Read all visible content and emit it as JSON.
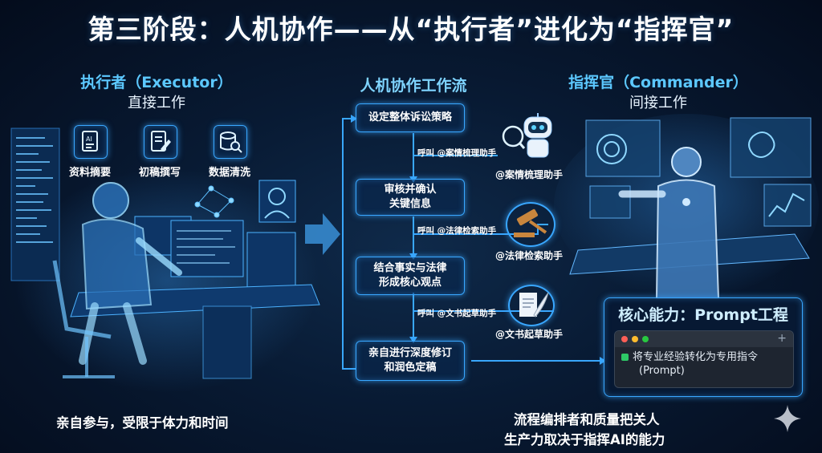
{
  "title": "第三阶段：人机协作——从“执行者”进化为“指挥官”",
  "executor": {
    "heading": "执行者（Executor）",
    "subheading": "直接工作",
    "tasks": [
      {
        "label": "资料摘要",
        "icon": "ai-document-icon"
      },
      {
        "label": "初稿撰写",
        "icon": "document-edit-icon"
      },
      {
        "label": "数据清洗",
        "icon": "database-search-icon"
      }
    ],
    "caption": "亲自参与，受限于体力和时间"
  },
  "workflow": {
    "heading": "人机协作工作流",
    "steps": [
      {
        "label": "设定整体诉讼策略"
      },
      {
        "label": "审核并确认\n关键信息"
      },
      {
        "label": "结合事实与法律\n形成核心观点"
      },
      {
        "label": "亲自进行深度修订\n和润色定稿"
      }
    ],
    "calls": [
      "呼叫 @案情梳理助手",
      "呼叫 @法律检索助手",
      "呼叫 @文书起草助手"
    ],
    "helpers": [
      {
        "label": "@案情梳理助手",
        "icon": "robot-icon"
      },
      {
        "label": "@法律检索助手",
        "icon": "gavel-icon"
      },
      {
        "label": "@文书起草助手",
        "icon": "quill-document-icon"
      }
    ]
  },
  "commander": {
    "heading": "指挥官（Commander）",
    "subheading": "间接工作",
    "core_title": "核心能力：Prompt工程",
    "prompt_line1": "将专业经验转化为专用指令",
    "prompt_line2": "(Prompt)",
    "caption_line1": "流程编排者和质量把关人",
    "caption_line2": "生产力取决于指挥AI的能力"
  },
  "colors": {
    "accent": "#39a7ff",
    "heading": "#5cc8ff",
    "background": "#081a33"
  }
}
